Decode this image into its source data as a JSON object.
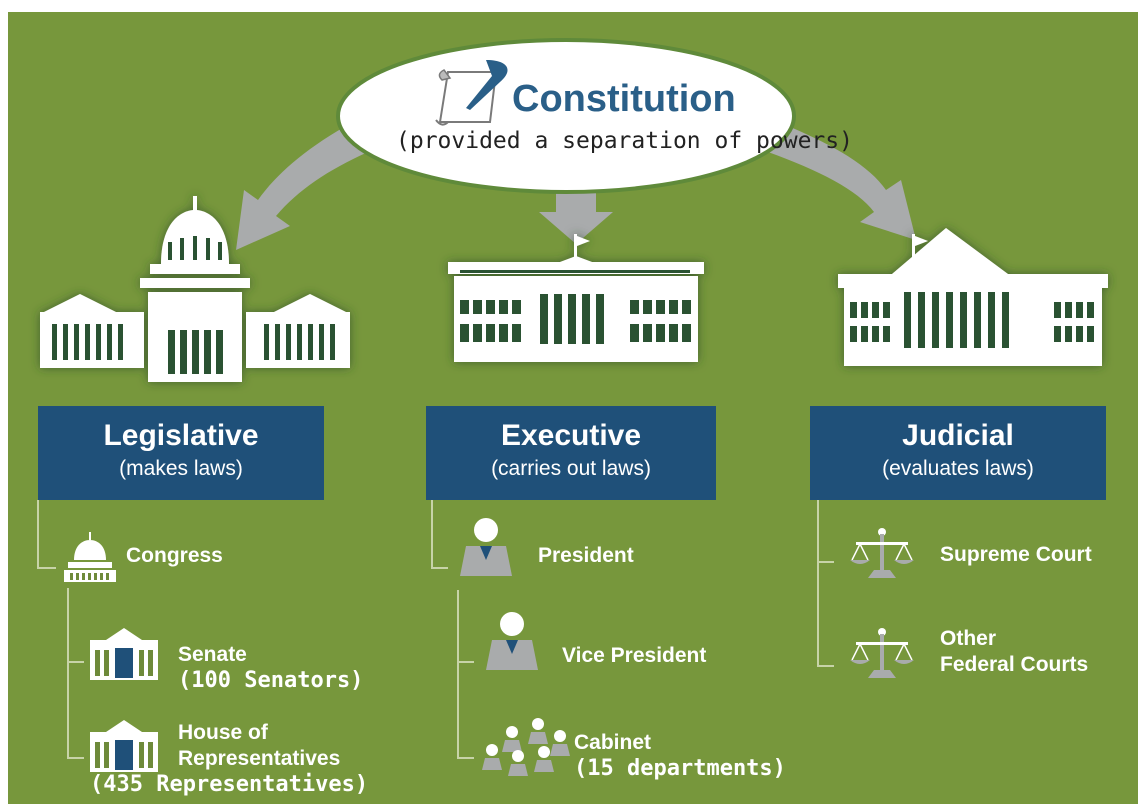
{
  "header": {
    "title": "Constitution",
    "subtitle": "(provided a separation of powers)",
    "icon": "scroll-quill-icon"
  },
  "branches": {
    "legislative": {
      "name": "Legislative",
      "description": "(makes laws)",
      "icon": "capitol-building-icon",
      "items": {
        "congress": {
          "label": "Congress",
          "icon": "capitol-dome-icon"
        },
        "senate": {
          "label": "Senate",
          "count": "(100 Senators)",
          "icon": "chamber-building-icon"
        },
        "house": {
          "label_line1": "House of",
          "label_line2": "Representatives",
          "count": "(435 Representatives)",
          "icon": "chamber-building-icon"
        }
      }
    },
    "executive": {
      "name": "Executive",
      "description": "(carries out laws)",
      "icon": "white-house-icon",
      "items": {
        "president": {
          "label": "President",
          "icon": "person-icon"
        },
        "vice_president": {
          "label": "Vice President",
          "icon": "person-icon"
        },
        "cabinet": {
          "label": "Cabinet",
          "count": "(15 departments)",
          "icon": "group-icon"
        }
      }
    },
    "judicial": {
      "name": "Judicial",
      "description": "(evaluates laws)",
      "icon": "supreme-court-building-icon",
      "items": {
        "supreme_court": {
          "label": "Supreme Court",
          "icon": "scales-icon"
        },
        "other_courts": {
          "label_line1": "Other",
          "label_line2": "Federal Courts",
          "icon": "scales-icon"
        }
      }
    }
  },
  "colors": {
    "background": "#77973c",
    "box": "#1f5079",
    "title": "#2a5f88",
    "arrow": "#a9abac",
    "icon_gray": "#a9abac"
  }
}
